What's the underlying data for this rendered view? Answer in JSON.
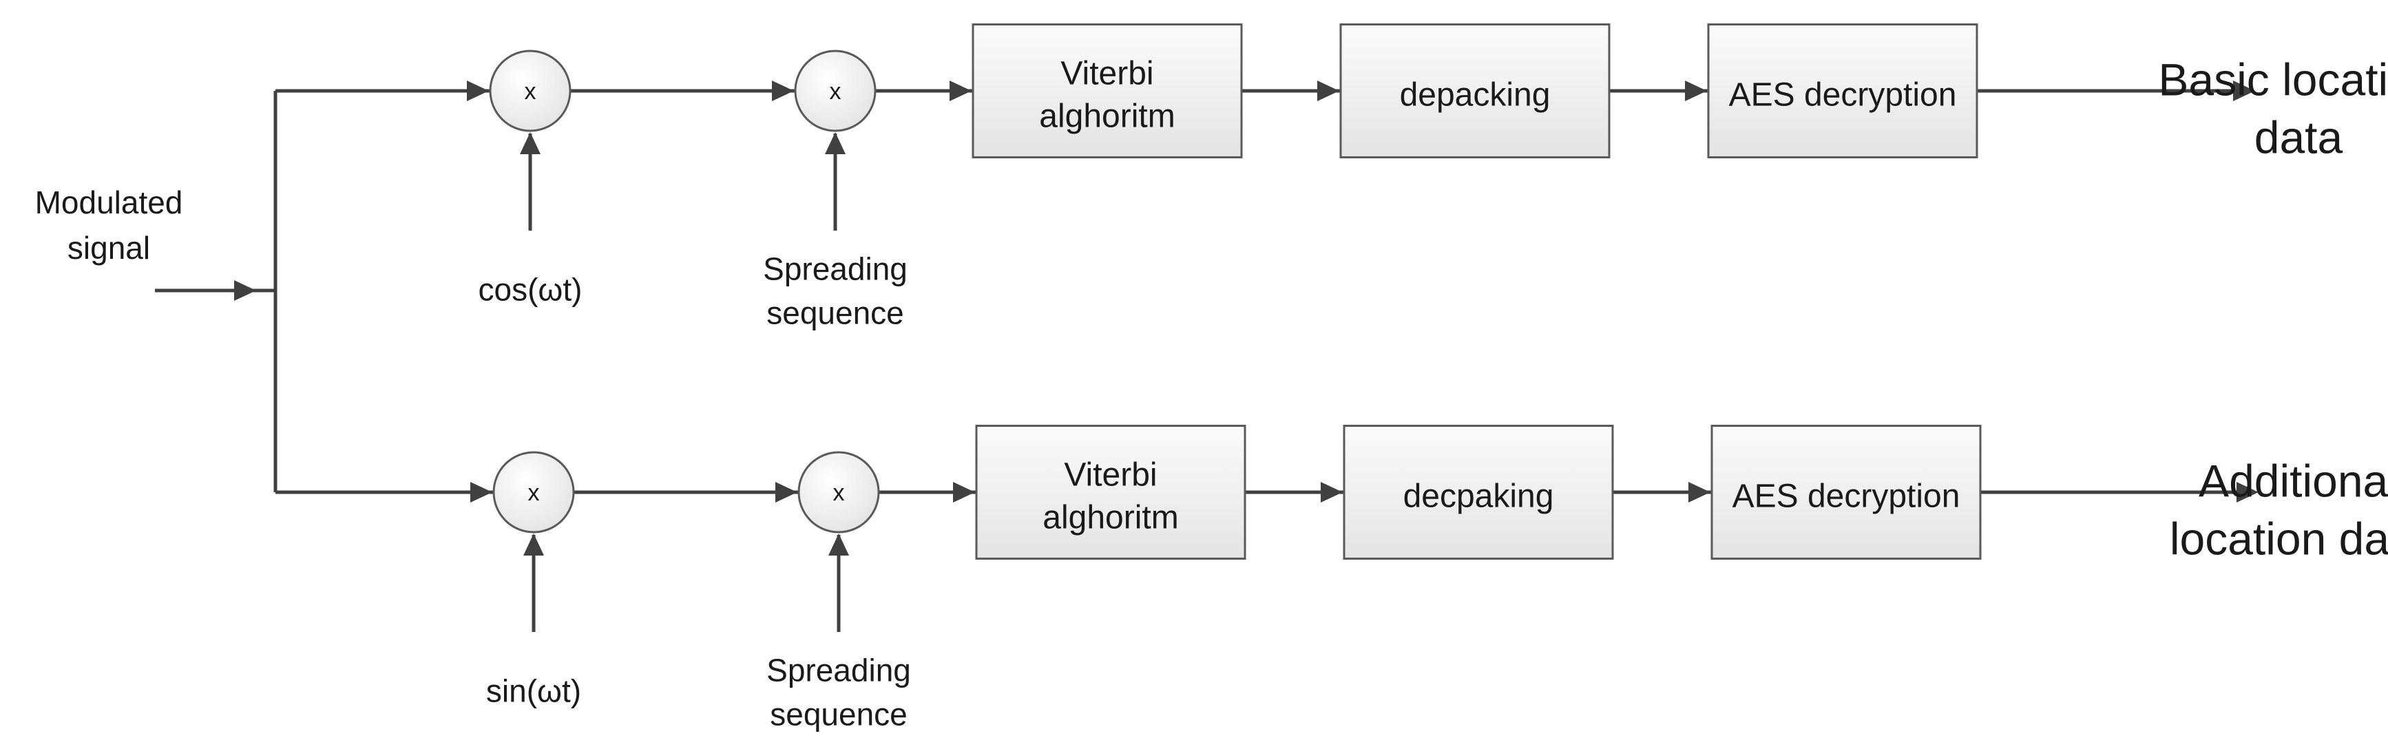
{
  "input_label": [
    "Modulated",
    "signal"
  ],
  "branches": [
    {
      "id": "top",
      "mixer1": {
        "symbol": "x",
        "input_label": [
          "cos(ωt)"
        ]
      },
      "mixer2": {
        "symbol": "x",
        "input_label": [
          "Spreading",
          "sequence"
        ]
      },
      "blocks": [
        [
          "Viterbi",
          "alghoritm"
        ],
        [
          "depacking"
        ],
        [
          "AES decryption"
        ]
      ],
      "output_label": [
        "Basic location",
        "data"
      ]
    },
    {
      "id": "bottom",
      "mixer1": {
        "symbol": "x",
        "input_label": [
          "sin(ωt)"
        ]
      },
      "mixer2": {
        "symbol": "x",
        "input_label": [
          "Spreading",
          "sequence"
        ]
      },
      "blocks": [
        [
          "Viterbi",
          "alghoritm"
        ],
        [
          "decpaking"
        ],
        [
          "AES decryption"
        ]
      ],
      "output_label": [
        "Additional",
        "location data"
      ]
    }
  ],
  "colors": {
    "line": "#404040",
    "block_fill_top": "#fbfbfb",
    "block_fill_bottom": "#e4e4e4",
    "block_stroke": "#5a5a5a"
  }
}
